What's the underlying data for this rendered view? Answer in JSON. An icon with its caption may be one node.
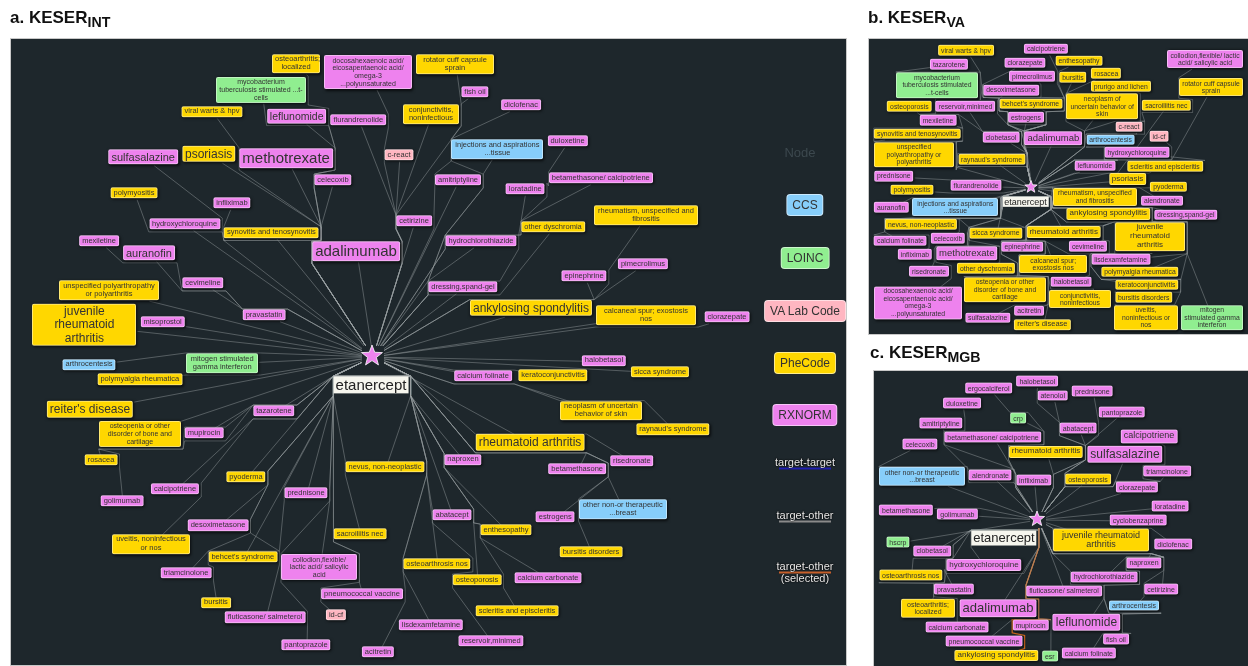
{
  "diagram": {
    "nodes": [
      {
        "text": [
          "a. KESER$_{INT}$"
        ]
      },
      {
        "text": [],
        "shape": "star",
        "beside": [
          "etanercept"
        ],
        "in": 0
      },
      {
        "text": [
          "osteoarthritis; localized"
        ],
        "in": 0
      },
      {
        "text": [
          "docosahexaenoic acid/ eicosapentaenoic acid/ omega-3 ...polyunsaturated"
        ],
        "in": 0
      },
      {
        "text": [
          "rotator cuff capsule sprain"
        ],
        "in": 0
      },
      {
        "text": [
          "mycobacterium tuberculosis stimulated ...t-cells"
        ],
        "in": 0
      },
      {
        "text": [
          "viral warts & hpv"
        ],
        "in": 0
      },
      {
        "text": [
          "leflunomide"
        ],
        "in": 0
      },
      {
        "text": [
          "flurandrenolide"
        ],
        "in": 0
      },
      {
        "text": [
          "conjunctivitis, noninfectious"
        ],
        "in": 0
      },
      {
        "text": [
          "fish oil"
        ],
        "in": 0
      },
      {
        "text": [
          "diclofenac"
        ],
        "in": 0
      },
      {
        "text": [
          "injections and aspirations ...tissue"
        ],
        "in": 0
      },
      {
        "text": [
          "duloxetine"
        ],
        "in": 0
      },
      {
        "text": [
          "c-react"
        ],
        "in": 0
      },
      {
        "text": [
          "sulfasalazine"
        ],
        "in": 0
      },
      {
        "text": [
          "psoriasis"
        ],
        "in": 0
      },
      {
        "text": [
          "methotrexate"
        ],
        "in": 0
      },
      {
        "text": [
          "celecoxib"
        ],
        "in": 0
      },
      {
        "text": [
          "amitriptyline"
        ],
        "in": 0
      },
      {
        "text": [
          "betamethasone/ calcipotriene"
        ],
        "in": 0
      },
      {
        "text": [
          "loratadine"
        ],
        "in": 0
      },
      {
        "text": [
          "polymyositis"
        ],
        "in": 0
      },
      {
        "text": [
          "infliximab"
        ],
        "in": 0
      },
      {
        "text": [
          "cetirizine"
        ],
        "in": 0
      },
      {
        "text": [
          "rheumatism, unspecified and fibrositis"
        ],
        "in": 0
      },
      {
        "text": [
          "other dyschromia"
        ],
        "in": 0
      },
      {
        "text": [
          "hydroxychloroquine"
        ],
        "in": 0
      },
      {
        "text": [
          "hydrochlorothiazide"
        ],
        "in": 0
      },
      {
        "text": [
          "synovitis and tenosynovitis"
        ],
        "in": 0
      },
      {
        "text": [
          "adalimumab"
        ],
        "in": 0
      },
      {
        "text": [
          "mexiletine"
        ],
        "in": 0
      },
      {
        "text": [
          "auranofin"
        ],
        "in": 0
      },
      {
        "text": [
          "epinephrine"
        ],
        "in": 0
      },
      {
        "text": [
          "pimecrolimus"
        ],
        "in": 0
      },
      {
        "text": [
          "dressing,spand-gel"
        ],
        "in": 0
      },
      {
        "text": [
          "cevimeline"
        ],
        "in": 0
      },
      {
        "text": [
          "unspecified polyarthropathy or polyarthritis"
        ],
        "in": 0
      },
      {
        "text": [
          "ankylosing spondylitis"
        ],
        "in": 0
      },
      {
        "text": [
          "calcaneal spur; exostosis nos"
        ],
        "in": 0
      },
      {
        "text": [
          "clorazepate"
        ],
        "in": 0
      },
      {
        "text": [
          "juvenile rheumatoid arthritis"
        ],
        "in": 0
      },
      {
        "text": [
          "misoprostol"
        ],
        "in": 0
      },
      {
        "text": [
          "pravastatin"
        ],
        "in": 0
      },
      {
        "text": [
          "arthrocentesis"
        ],
        "in": 0
      },
      {
        "text": [
          "mitogen stimulated gamma interferon"
        ],
        "in": 0
      },
      {
        "text": [
          "polymyalgia rheumatica"
        ],
        "in": 0
      },
      {
        "text": [
          "halobetasol"
        ],
        "in": 0
      },
      {
        "text": [
          "calcium folinate"
        ],
        "in": 0
      },
      {
        "text": [
          "keratoconjunctivitis"
        ],
        "in": 0
      },
      {
        "text": [
          "sicca syndrome"
        ],
        "in": 0
      },
      {
        "text": [
          "reiter's disease"
        ],
        "in": 0
      },
      {
        "text": [
          "tazarotene"
        ],
        "in": 0
      },
      {
        "text": [
          "osteopenia or other disorder of bone and cartilage"
        ],
        "in": 0
      },
      {
        "text": [
          "mupirocin"
        ],
        "in": 0
      },
      {
        "text": [
          "neoplasm of uncertain behavior of skin"
        ],
        "in": 0
      },
      {
        "text": [
          "raynaud's syndrome"
        ],
        "in": 0
      },
      {
        "text": [
          "rheumatoid arthritis"
        ],
        "in": 0
      },
      {
        "text": [
          "naproxen"
        ],
        "in": 0
      },
      {
        "text": [
          "risedronate"
        ],
        "in": 0
      },
      {
        "text": [
          "betamethasone"
        ],
        "in": 0
      },
      {
        "text": [
          "rosacea"
        ],
        "in": 0
      },
      {
        "text": [
          "nevus, non-neoplastic"
        ],
        "in": 0
      },
      {
        "text": [
          "pyoderma"
        ],
        "in": 0
      },
      {
        "text": [
          "prednisone"
        ],
        "in": 0
      },
      {
        "text": [
          "calcipotriene"
        ],
        "in": 0
      },
      {
        "text": [
          "golimumab"
        ],
        "in": 0
      },
      {
        "text": [
          "other non-or therapeutic ...breast"
        ],
        "in": 0
      },
      {
        "text": [
          "abatacept"
        ],
        "in": 0
      },
      {
        "text": [
          "estrogens"
        ],
        "in": 0
      },
      {
        "text": [
          "enthesopathy"
        ],
        "in": 0
      },
      {
        "text": [
          "desoximetasone"
        ],
        "in": 0
      },
      {
        "text": [
          "sacroiliitis nec"
        ],
        "in": 0
      },
      {
        "text": [
          "uveitis, noninfectious or nos"
        ],
        "in": 0
      },
      {
        "text": [
          "behcet's syndrome"
        ],
        "in": 0
      },
      {
        "text": [
          "collodion,flexible/ lactic acid/ salicylic acid"
        ],
        "in": 0
      },
      {
        "text": [
          "triamcinolone"
        ],
        "in": 0
      },
      {
        "text": [
          "bursitis disorders"
        ],
        "in": 0
      },
      {
        "text": [
          "osteoarthrosis nos"
        ],
        "in": 0
      },
      {
        "text": [
          "osteoporosis"
        ],
        "in": 0
      },
      {
        "text": [
          "calcium carbonate"
        ],
        "in": 0
      },
      {
        "text": [
          "pneumococcal vaccine"
        ],
        "in": 0
      },
      {
        "text": [
          "bursitis"
        ],
        "in": 0
      },
      {
        "text": [
          "fluticasone/ salmeterol"
        ],
        "in": 0
      },
      {
        "text": [
          "id-cf"
        ],
        "in": 0
      },
      {
        "text": [
          "scleritis and episcleritis"
        ],
        "in": 0
      },
      {
        "text": [
          "lisdexamfetamine"
        ],
        "in": 0
      },
      {
        "text": [
          "reservoir,minimed"
        ],
        "in": 0
      },
      {
        "text": [
          "pantoprazole"
        ],
        "in": 0
      },
      {
        "text": [
          "acitretin"
        ],
        "in": 0
      },
      {
        "text": [
          "b. KESER$_{VA}$"
        ]
      },
      {
        "text": [],
        "shape": "star",
        "beside": [
          "etanercept"
        ],
        "in": 90
      },
      {
        "text": [
          "collodion,flexible/ lactic acid/ salicylic acid"
        ],
        "in": 90
      },
      {
        "text": [
          "clorazepate"
        ],
        "in": 90
      },
      {
        "text": [
          "calcipotriene"
        ],
        "in": 90
      },
      {
        "text": [
          "enthesopathy"
        ],
        "in": 90
      },
      {
        "text": [
          "viral warts & hpv"
        ],
        "in": 90
      },
      {
        "text": [
          "pimecrolimus"
        ],
        "in": 90
      },
      {
        "text": [
          "bursitis"
        ],
        "in": 90
      },
      {
        "text": [
          "rosacea"
        ],
        "in": 90
      },
      {
        "text": [
          "tazarotene"
        ],
        "in": 90
      },
      {
        "text": [
          "rotator cuff capsule sprain"
        ],
        "in": 90
      },
      {
        "text": [
          "desoximetasone"
        ],
        "in": 90
      },
      {
        "text": [
          "prurigo and lichen"
        ],
        "in": 90
      },
      {
        "text": [
          "mycobacterium tuberculosis stimulated ...t-cells"
        ],
        "in": 90
      },
      {
        "text": [
          "behcet's syndrome"
        ],
        "in": 90
      },
      {
        "text": [
          "neoplasm of uncertain behavior of skin"
        ],
        "in": 90
      },
      {
        "text": [
          "estrogens"
        ],
        "in": 90
      },
      {
        "text": [
          "sacroiliitis nec"
        ],
        "in": 90
      },
      {
        "text": [
          "osteoporosis"
        ],
        "in": 90
      },
      {
        "text": [
          "reservoir,minimed"
        ],
        "in": 90
      },
      {
        "text": [
          "clobetasol"
        ],
        "in": 90
      },
      {
        "text": [
          "mexiletine"
        ],
        "in": 90
      },
      {
        "text": [
          "synovitis and tenosynovitis"
        ],
        "in": 90
      },
      {
        "text": [
          "adalimumab"
        ],
        "in": 90
      },
      {
        "text": [
          "arthrocentesis"
        ],
        "in": 90
      },
      {
        "text": [
          "c-react"
        ],
        "in": 90
      },
      {
        "text": [
          "id-cf"
        ],
        "in": 90
      },
      {
        "text": [
          "hydroxychloroquine"
        ],
        "in": 90
      },
      {
        "text": [
          "unspecified polyarthropathy or polyarthritis"
        ],
        "in": 90
      },
      {
        "text": [
          "raynaud's syndrome"
        ],
        "in": 90
      },
      {
        "text": [
          "leflunomide"
        ],
        "in": 90
      },
      {
        "text": [
          "scleritis and episcleritis"
        ],
        "in": 90
      },
      {
        "text": [
          "prednisone"
        ],
        "in": 90
      },
      {
        "text": [
          "psoriasis"
        ],
        "in": 90
      },
      {
        "text": [
          "polymyositis"
        ],
        "in": 90
      },
      {
        "text": [
          "flurandrenolide"
        ],
        "in": 90
      },
      {
        "text": [
          "injections and aspirations ...tissue"
        ],
        "in": 90
      },
      {
        "text": [
          "pyoderma"
        ],
        "in": 90
      },
      {
        "text": [
          "auranofin"
        ],
        "in": 90
      },
      {
        "text": [
          "rheumatism, unspecified and fibrositis"
        ],
        "in": 90
      },
      {
        "text": [
          "alendronate"
        ],
        "in": 90
      },
      {
        "text": [
          "nevus, non-neoplastic"
        ],
        "in": 90
      },
      {
        "text": [
          "ankylosing spondylitis"
        ],
        "in": 90
      },
      {
        "text": [
          "dressing,spand-gel"
        ],
        "in": 90
      },
      {
        "text": [
          "celecoxib"
        ],
        "in": 90
      },
      {
        "text": [
          "sicca syndrome"
        ],
        "in": 90
      },
      {
        "text": [
          "rheumatoid arthritis"
        ],
        "in": 90
      },
      {
        "text": [
          "juvenile rheumatoid arthritis"
        ],
        "in": 90
      },
      {
        "text": [
          "calcium folinate"
        ],
        "in": 90
      },
      {
        "text": [
          "infliximab"
        ],
        "in": 90
      },
      {
        "text": [
          "cevimeline"
        ],
        "in": 90
      },
      {
        "text": [
          "lisdexamfetamine"
        ],
        "in": 90
      },
      {
        "text": [
          "methotrexate"
        ],
        "in": 90
      },
      {
        "text": [
          "epinephrine"
        ],
        "in": 90
      },
      {
        "text": [
          "calcaneal spur; exostosis nos"
        ],
        "in": 90
      },
      {
        "text": [
          "polymyalgia rheumatica"
        ],
        "in": 90
      },
      {
        "text": [
          "risedronate"
        ],
        "in": 90
      },
      {
        "text": [
          "other dyschromia"
        ],
        "in": 90
      },
      {
        "text": [
          "keratoconjunctivitis"
        ],
        "in": 90
      },
      {
        "text": [
          "bursitis disorders"
        ],
        "in": 90
      },
      {
        "text": [
          "docosahexaenoic acid/ eicosapentaenoic acid/ omega-3 ...polyunsaturated"
        ],
        "in": 90
      },
      {
        "text": [
          "osteopenia or other disorder of bone and cartilage"
        ],
        "in": 90
      },
      {
        "text": [
          "halobetasol"
        ],
        "in": 90
      },
      {
        "text": [
          "conjunctivitis, noninfectious"
        ],
        "in": 90
      },
      {
        "text": [
          "mitogen stimulated gamma interferon"
        ],
        "in": 90
      },
      {
        "text": [
          "sulfasalazine"
        ],
        "in": 90
      },
      {
        "text": [
          "uveitis, noninfectious or nos"
        ],
        "in": 90
      },
      {
        "text": [
          "acitretin"
        ],
        "in": 90
      },
      {
        "text": [
          "reiter's disease"
        ],
        "in": 90
      },
      {
        "text": [
          "c. KESER$_{MGB}$"
        ]
      },
      {
        "text": [],
        "shape": "star",
        "beside": [
          "etanercept"
        ],
        "in": 160
      },
      {
        "text": [
          "halobetasol"
        ],
        "in": 160
      },
      {
        "text": [
          "ergocalciferol"
        ],
        "in": 160
      },
      {
        "text": [
          "prednisone"
        ],
        "in": 160
      },
      {
        "text": [
          "atenolol"
        ],
        "in": 160
      },
      {
        "text": [
          "duloxetine"
        ],
        "in": 160
      },
      {
        "text": [
          "pantoprazole"
        ],
        "in": 160
      },
      {
        "text": [
          "crp"
        ],
        "in": 160
      },
      {
        "text": [
          "abatacept"
        ],
        "in": 160
      },
      {
        "text": [
          "amitriptyline"
        ],
        "in": 160
      },
      {
        "text": [
          "betamethasone/ calcipotriene"
        ],
        "in": 160
      },
      {
        "text": [
          "calcipotriene"
        ],
        "in": 160
      },
      {
        "text": [
          "celecoxib"
        ],
        "in": 160
      },
      {
        "text": [
          "rheumatoid arthritis"
        ],
        "in": 160
      },
      {
        "text": [
          "sulfasalazine"
        ],
        "in": 160
      },
      {
        "text": [
          "other non-or therapeutic ...breast"
        ],
        "in": 160
      },
      {
        "text": [
          "alendronate"
        ],
        "in": 160
      },
      {
        "text": [
          "infliximab"
        ],
        "in": 160
      },
      {
        "text": [
          "osteoporosis"
        ],
        "in": 160
      },
      {
        "text": [
          "triamcinolone"
        ],
        "in": 160
      },
      {
        "text": [
          "clorazepate"
        ],
        "in": 160
      },
      {
        "text": [
          "loratadine"
        ],
        "in": 160
      },
      {
        "text": [
          "betamethasone"
        ],
        "in": 160
      },
      {
        "text": [
          "golimumab"
        ],
        "in": 160
      },
      {
        "text": [
          "cyclobenzaprine"
        ],
        "in": 160
      },
      {
        "text": [
          "juvenile rheumatoid arthritis"
        ],
        "in": 160
      },
      {
        "text": [
          "hscrp"
        ],
        "in": 160
      },
      {
        "text": [
          "diclofenac"
        ],
        "in": 160
      },
      {
        "text": [
          "clobetasol"
        ],
        "in": 160
      },
      {
        "text": [
          "hydroxychloroquine"
        ],
        "in": 160
      },
      {
        "text": [
          "naproxen"
        ],
        "in": 160
      },
      {
        "text": [
          "osteoarthrosis nos"
        ],
        "in": 160
      },
      {
        "text": [
          "pravastatin"
        ],
        "in": 160
      },
      {
        "text": [
          "fluticasone/ salmeterol"
        ],
        "in": 160
      },
      {
        "text": [
          "hydrochlorothiazide"
        ],
        "in": 160
      },
      {
        "text": [
          "cetirizine"
        ],
        "in": 160
      },
      {
        "text": [
          "adalimumab"
        ],
        "in": 160
      },
      {
        "text": [
          "osteoarthritis; localized"
        ],
        "in": 160
      },
      {
        "text": [
          "arthrocentesis"
        ],
        "in": 160
      },
      {
        "text": [
          "mupirocin"
        ],
        "in": 160
      },
      {
        "text": [
          "leflunomide"
        ],
        "in": 160
      },
      {
        "text": [
          "calcium carbonate"
        ],
        "in": 160
      },
      {
        "text": [
          "fish oil"
        ],
        "in": 160
      },
      {
        "text": [
          "pneumococcal vaccine"
        ],
        "in": 160
      },
      {
        "text": [
          "ankylosing spondylitis"
        ],
        "in": 160
      },
      {
        "text": [
          "esr"
        ],
        "in": 160
      },
      {
        "text": [
          "calcium folinate"
        ],
        "in": 160
      }
    ],
    "edges": [
      {
        "from": 1,
        "to": 2,
        "arrow": "none"
      },
      {
        "from": 1,
        "to": 3,
        "arrow": "none"
      },
      {
        "from": 1,
        "to": 4,
        "arrow": "none"
      },
      {
        "from": 1,
        "to": 5,
        "arrow": "none"
      },
      {
        "from": 1,
        "to": 6,
        "arrow": "none"
      },
      {
        "from": 1,
        "to": 7,
        "arrow": "none"
      },
      {
        "from": 1,
        "to": 8,
        "arrow": "none"
      },
      {
        "from": 1,
        "to": 9,
        "arrow": "none"
      },
      {
        "from": 1,
        "to": 10,
        "arrow": "none"
      },
      {
        "from": 1,
        "to": 11,
        "arrow": "none"
      },
      {
        "from": 1,
        "to": 12,
        "arrow": "none"
      },
      {
        "from": 1,
        "to": 13,
        "arrow": "none"
      },
      {
        "from": 1,
        "to": 14,
        "arrow": "none"
      },
      {
        "from": 1,
        "to": 15,
        "arrow": "none"
      },
      {
        "from": 1,
        "to": 16,
        "arrow": "none"
      },
      {
        "from": 1,
        "to": 17,
        "arrow": "none"
      },
      {
        "from": 1,
        "to": 18,
        "arrow": "none"
      },
      {
        "from": 1,
        "to": 19,
        "arrow": "none"
      },
      {
        "from": 1,
        "to": 20,
        "arrow": "none"
      },
      {
        "from": 1,
        "to": 21,
        "arrow": "none"
      },
      {
        "from": 1,
        "to": 22,
        "arrow": "none"
      },
      {
        "from": 1,
        "to": 23,
        "arrow": "none"
      },
      {
        "from": 1,
        "to": 24,
        "arrow": "none"
      },
      {
        "from": 1,
        "to": 25,
        "arrow": "none"
      },
      {
        "from": 1,
        "to": 26,
        "arrow": "none"
      },
      {
        "from": 1,
        "to": 27,
        "arrow": "none"
      },
      {
        "from": 1,
        "to": 28,
        "arrow": "none"
      },
      {
        "from": 1,
        "to": 29,
        "arrow": "none"
      },
      {
        "from": 1,
        "to": 30,
        "arrow": "none"
      },
      {
        "from": 1,
        "to": 31,
        "arrow": "none"
      },
      {
        "from": 1,
        "to": 32,
        "arrow": "none"
      },
      {
        "from": 1,
        "to": 33,
        "arrow": "none"
      },
      {
        "from": 1,
        "to": 34,
        "arrow": "none"
      },
      {
        "from": 1,
        "to": 35,
        "arrow": "none"
      },
      {
        "from": 1,
        "to": 36,
        "arrow": "none"
      },
      {
        "from": 1,
        "to": 37,
        "arrow": "none"
      },
      {
        "from": 1,
        "to": 38,
        "arrow": "none"
      },
      {
        "from": 1,
        "to": 39,
        "arrow": "none"
      },
      {
        "from": 1,
        "to": 40,
        "arrow": "none"
      },
      {
        "from": 1,
        "to": 41,
        "arrow": "none"
      },
      {
        "from": 1,
        "to": 42,
        "arrow": "none"
      },
      {
        "from": 1,
        "to": 43,
        "arrow": "none"
      },
      {
        "from": 1,
        "to": 44,
        "arrow": "none"
      },
      {
        "from": 1,
        "to": 45,
        "arrow": "none"
      },
      {
        "from": 1,
        "to": 46,
        "arrow": "none"
      },
      {
        "from": 1,
        "to": 47,
        "arrow": "none"
      },
      {
        "from": 1,
        "to": 48,
        "arrow": "none"
      },
      {
        "from": 1,
        "to": 49,
        "arrow": "none"
      },
      {
        "from": 1,
        "to": 50,
        "arrow": "none"
      },
      {
        "from": 1,
        "to": 51,
        "arrow": "none"
      },
      {
        "from": 1,
        "to": 52,
        "arrow": "none"
      },
      {
        "from": 1,
        "to": 53,
        "arrow": "none"
      },
      {
        "from": 1,
        "to": 54,
        "arrow": "none"
      },
      {
        "from": 1,
        "to": 55,
        "arrow": "none"
      },
      {
        "from": 1,
        "to": 56,
        "arrow": "none"
      },
      {
        "from": 1,
        "to": 57,
        "arrow": "none"
      },
      {
        "from": 1,
        "to": 58,
        "arrow": "none"
      },
      {
        "from": 1,
        "to": 59,
        "arrow": "none"
      },
      {
        "from": 1,
        "to": 60,
        "arrow": "none"
      },
      {
        "from": 1,
        "to": 61,
        "arrow": "none"
      },
      {
        "from": 1,
        "to": 62,
        "arrow": "none"
      },
      {
        "from": 1,
        "to": 63,
        "arrow": "none"
      },
      {
        "from": 1,
        "to": 64,
        "arrow": "none"
      },
      {
        "from": 1,
        "to": 65,
        "arrow": "none"
      },
      {
        "from": 1,
        "to": 66,
        "arrow": "none"
      },
      {
        "from": 1,
        "to": 67,
        "arrow": "none"
      },
      {
        "from": 1,
        "to": 68,
        "arrow": "none"
      },
      {
        "from": 1,
        "to": 69,
        "arrow": "none"
      },
      {
        "from": 1,
        "to": 70,
        "arrow": "none"
      },
      {
        "from": 1,
        "to": 71,
        "arrow": "none"
      },
      {
        "from": 1,
        "to": 72,
        "arrow": "none"
      },
      {
        "from": 1,
        "to": 73,
        "arrow": "none"
      },
      {
        "from": 1,
        "to": 74,
        "arrow": "none"
      },
      {
        "from": 1,
        "to": 75,
        "arrow": "none"
      },
      {
        "from": 1,
        "to": 76,
        "arrow": "none"
      },
      {
        "from": 1,
        "to": 77,
        "arrow": "none"
      },
      {
        "from": 1,
        "to": 78,
        "arrow": "none"
      },
      {
        "from": 1,
        "to": 79,
        "arrow": "none"
      },
      {
        "from": 1,
        "to": 80,
        "arrow": "none"
      },
      {
        "from": 1,
        "to": 81,
        "arrow": "none"
      },
      {
        "from": 1,
        "to": 82,
        "arrow": "none"
      },
      {
        "from": 1,
        "to": 83,
        "arrow": "none"
      },
      {
        "from": 1,
        "to": 84,
        "arrow": "none"
      },
      {
        "from": 1,
        "to": 85,
        "arrow": "none"
      },
      {
        "from": 1,
        "to": 86,
        "arrow": "none"
      },
      {
        "from": 1,
        "to": 87,
        "arrow": "none"
      },
      {
        "from": 1,
        "to": 88,
        "arrow": "none"
      },
      {
        "from": 1,
        "to": 89,
        "arrow": "none"
      },
      {
        "from": 91,
        "to": 92,
        "arrow": "none"
      },
      {
        "from": 91,
        "to": 93,
        "arrow": "none"
      },
      {
        "from": 91,
        "to": 94,
        "arrow": "none"
      },
      {
        "from": 91,
        "to": 95,
        "arrow": "none"
      },
      {
        "from": 91,
        "to": 96,
        "arrow": "none"
      },
      {
        "from": 91,
        "to": 97,
        "arrow": "none"
      },
      {
        "from": 91,
        "to": 98,
        "arrow": "none"
      },
      {
        "from": 91,
        "to": 99,
        "arrow": "none"
      },
      {
        "from": 91,
        "to": 100,
        "arrow": "none"
      },
      {
        "from": 91,
        "to": 101,
        "arrow": "none"
      },
      {
        "from": 91,
        "to": 102,
        "arrow": "none"
      },
      {
        "from": 91,
        "to": 103,
        "arrow": "none"
      },
      {
        "from": 91,
        "to": 104,
        "arrow": "none"
      },
      {
        "from": 91,
        "to": 105,
        "arrow": "none"
      },
      {
        "from": 91,
        "to": 106,
        "arrow": "none"
      },
      {
        "from": 91,
        "to": 107,
        "arrow": "none"
      },
      {
        "from": 91,
        "to": 108,
        "arrow": "none"
      },
      {
        "from": 91,
        "to": 109,
        "arrow": "none"
      },
      {
        "from": 91,
        "to": 110,
        "arrow": "none"
      },
      {
        "from": 91,
        "to": 111,
        "arrow": "none"
      },
      {
        "from": 91,
        "to": 112,
        "arrow": "none"
      },
      {
        "from": 91,
        "to": 113,
        "arrow": "none"
      },
      {
        "from": 91,
        "to": 114,
        "arrow": "none"
      },
      {
        "from": 91,
        "to": 115,
        "arrow": "none"
      },
      {
        "from": 91,
        "to": 116,
        "arrow": "none"
      },
      {
        "from": 91,
        "to": 117,
        "arrow": "none"
      },
      {
        "from": 91,
        "to": 118,
        "arrow": "none"
      },
      {
        "from": 91,
        "to": 119,
        "arrow": "none"
      },
      {
        "from": 91,
        "to": 120,
        "arrow": "none"
      },
      {
        "from": 91,
        "to": 121,
        "arrow": "none"
      },
      {
        "from": 91,
        "to": 122,
        "arrow": "none"
      },
      {
        "from": 91,
        "to": 123,
        "arrow": "none"
      },
      {
        "from": 91,
        "to": 124,
        "arrow": "none"
      },
      {
        "from": 91,
        "to": 125,
        "arrow": "none"
      },
      {
        "from": 91,
        "to": 126,
        "arrow": "none"
      },
      {
        "from": 91,
        "to": 127,
        "arrow": "none"
      },
      {
        "from": 91,
        "to": 128,
        "arrow": "none"
      },
      {
        "from": 91,
        "to": 129,
        "arrow": "none"
      },
      {
        "from": 91,
        "to": 130,
        "arrow": "none"
      },
      {
        "from": 91,
        "to": 131,
        "arrow": "none"
      },
      {
        "from": 91,
        "to": 132,
        "arrow": "none"
      },
      {
        "from": 91,
        "to": 133,
        "arrow": "none"
      },
      {
        "from": 91,
        "to": 134,
        "arrow": "none"
      },
      {
        "from": 91,
        "to": 135,
        "arrow": "none"
      },
      {
        "from": 91,
        "to": 136,
        "arrow": "none"
      },
      {
        "from": 91,
        "to": 137,
        "arrow": "none"
      },
      {
        "from": 91,
        "to": 138,
        "arrow": "none"
      },
      {
        "from": 91,
        "to": 139,
        "arrow": "none"
      },
      {
        "from": 91,
        "to": 140,
        "arrow": "none"
      },
      {
        "from": 91,
        "to": 141,
        "arrow": "none"
      },
      {
        "from": 91,
        "to": 142,
        "arrow": "none"
      },
      {
        "from": 91,
        "to": 143,
        "arrow": "none"
      },
      {
        "from": 91,
        "to": 144,
        "arrow": "none"
      },
      {
        "from": 91,
        "to": 145,
        "arrow": "none"
      },
      {
        "from": 91,
        "to": 146,
        "arrow": "none"
      },
      {
        "from": 91,
        "to": 147,
        "arrow": "none"
      },
      {
        "from": 91,
        "to": 148,
        "arrow": "none"
      },
      {
        "from": 91,
        "to": 149,
        "arrow": "none"
      },
      {
        "from": 91,
        "to": 150,
        "arrow": "none"
      },
      {
        "from": 91,
        "to": 151,
        "arrow": "none"
      },
      {
        "from": 91,
        "to": 152,
        "arrow": "none"
      },
      {
        "from": 91,
        "to": 153,
        "arrow": "none"
      },
      {
        "from": 91,
        "to": 154,
        "arrow": "none"
      },
      {
        "from": 91,
        "to": 155,
        "arrow": "none"
      },
      {
        "from": 91,
        "to": 156,
        "arrow": "none"
      },
      {
        "from": 91,
        "to": 157,
        "arrow": "none"
      },
      {
        "from": 91,
        "to": 158,
        "arrow": "none"
      },
      {
        "from": 91,
        "to": 159,
        "arrow": "none"
      },
      {
        "from": 161,
        "to": 162,
        "arrow": "none"
      },
      {
        "from": 161,
        "to": 163,
        "arrow": "none"
      },
      {
        "from": 161,
        "to": 164,
        "arrow": "none"
      },
      {
        "from": 161,
        "to": 165,
        "arrow": "none"
      },
      {
        "from": 161,
        "to": 166,
        "arrow": "none"
      },
      {
        "from": 161,
        "to": 167,
        "arrow": "none"
      },
      {
        "from": 161,
        "to": 168,
        "arrow": "none"
      },
      {
        "from": 161,
        "to": 169,
        "arrow": "none"
      },
      {
        "from": 161,
        "to": 170,
        "arrow": "none"
      },
      {
        "from": 161,
        "to": 171,
        "arrow": "none"
      },
      {
        "from": 161,
        "to": 172,
        "arrow": "none"
      },
      {
        "from": 161,
        "to": 173,
        "arrow": "none"
      },
      {
        "from": 161,
        "to": 174,
        "arrow": "none"
      },
      {
        "from": 161,
        "to": 175,
        "arrow": "none"
      },
      {
        "from": 161,
        "to": 176,
        "arrow": "none"
      },
      {
        "from": 161,
        "to": 177,
        "arrow": "none"
      },
      {
        "from": 161,
        "to": 178,
        "arrow": "none"
      },
      {
        "from": 161,
        "to": 179,
        "arrow": "none"
      },
      {
        "from": 161,
        "to": 180,
        "arrow": "none"
      },
      {
        "from": 161,
        "to": 181,
        "arrow": "none"
      },
      {
        "from": 161,
        "to": 182,
        "arrow": "none"
      },
      {
        "from": 161,
        "to": 183,
        "arrow": "none"
      },
      {
        "from": 161,
        "to": 184,
        "arrow": "none"
      },
      {
        "from": 161,
        "to": 185,
        "arrow": "none"
      },
      {
        "from": 161,
        "to": 186,
        "arrow": "none"
      },
      {
        "from": 161,
        "to": 187,
        "arrow": "none"
      },
      {
        "from": 161,
        "to": 188,
        "arrow": "none"
      },
      {
        "from": 161,
        "to": 189,
        "arrow": "none"
      },
      {
        "from": 161,
        "to": 190,
        "arrow": "none"
      },
      {
        "from": 161,
        "to": 191,
        "arrow": "none"
      },
      {
        "from": 161,
        "to": 192,
        "arrow": "none"
      },
      {
        "from": 161,
        "to": 193,
        "arrow": "none"
      },
      {
        "from": 161,
        "to": 194,
        "arrow": "none"
      },
      {
        "from": 161,
        "to": 195,
        "arrow": "none"
      },
      {
        "from": 161,
        "to": 196,
        "arrow": "none"
      },
      {
        "from": 161,
        "to": 197,
        "arrow": "none"
      },
      {
        "from": 161,
        "to": 198,
        "arrow": "none"
      },
      {
        "from": 161,
        "to": 199,
        "arrow": "none"
      },
      {
        "from": 161,
        "to": 200,
        "arrow": "none"
      },
      {
        "from": 161,
        "to": 201,
        "arrow": "none"
      },
      {
        "from": 161,
        "to": 202,
        "arrow": "none"
      },
      {
        "from": 161,
        "to": 203,
        "arrow": "none"
      },
      {
        "from": 161,
        "to": 204,
        "arrow": "none"
      },
      {
        "from": 161,
        "to": 205,
        "arrow": "none",
        "color": "#d2691e"
      },
      {
        "from": 161,
        "to": 206,
        "arrow": "none"
      },
      {
        "from": 161,
        "to": 207,
        "arrow": "none"
      }
    ],
    "labels": [
      "Node"
    ],
    "legend": [
      {
        "text": "CCS",
        "color": "#87cefa"
      },
      {
        "text": "LOINC",
        "color": "#90ee90"
      },
      {
        "text": "VA Lab Code",
        "color": "#ffb6c1"
      },
      {
        "text": "PheCode",
        "color": "#ffd700"
      },
      {
        "text": "RXNORM",
        "color": "#ee82ee"
      },
      {
        "text": "target-target"
      },
      {
        "text": "target-other"
      },
      {
        "text": "target-other (selected)"
      }
    ]
  }
}
